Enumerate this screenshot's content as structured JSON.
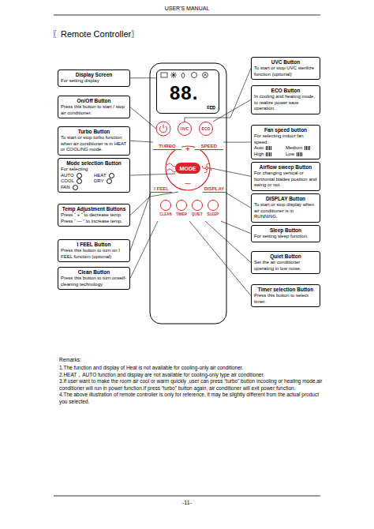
{
  "diagram": {
    "title": "〖Remote Controller〗",
    "nodes": [
      {
        "text": [
          "Display Screen",
          "For setting display"
        ]
      },
      {
        "text": [
          "On/Off Button",
          "Press this button to start / stop air conditioner."
        ]
      },
      {
        "text": [
          "Turbo Button",
          "To start or stop turbo function when air conditioner is in HEAT or COOLING mode."
        ]
      },
      {
        "text": [
          "Mode selection Button",
          "For selecting",
          "AUTO",
          "HEAT",
          "COOL",
          "DRY",
          "FAN"
        ]
      },
      {
        "text": [
          "Temp Adjustment Buttons",
          "Press “ + ” to decrease temp. Press “ — ” to increase temp."
        ]
      },
      {
        "text": [
          "I FEEL Button",
          "Press this button to turn on I FEEL function (optional)"
        ]
      },
      {
        "text": [
          "Clean Button",
          "Press this button to turn onself-cleaning technology"
        ]
      },
      {
        "text": [
          "UVC Button",
          "To start or stop UVC sterilize function (optional)"
        ]
      },
      {
        "text": [
          "ECO Button",
          "In cooling and heating mode, to realize power save operation."
        ]
      },
      {
        "text": [
          "Fan speed button",
          "For selecting indoor fan speed .",
          "Auto",
          "Medium",
          "High",
          "Low"
        ]
      },
      {
        "text": [
          "Airflow sweep Button",
          "For changing vertical or horizontal blades position and swing or not."
        ]
      },
      {
        "text": [
          "DISPLAY Button",
          "To start or stop display when air conditioner is in RUNNING."
        ]
      },
      {
        "text": [
          "Sleep Button",
          "For setting sleep function."
        ]
      },
      {
        "text": [
          "Quiet Button",
          "Set the air conditioner operating in low noise."
        ]
      },
      {
        "text": [
          "Timer selection Button",
          "Press this button to select timer."
        ]
      },
      {
        "text": [
          "88.",
          "ECO"
        ]
      },
      {
        "text": [
          "UVC"
        ]
      },
      {
        "text": [
          "ECO"
        ]
      },
      {
        "text": [
          "TURBO"
        ]
      },
      {
        "text": [
          "SPEED"
        ]
      },
      {
        "text": [
          "MODE"
        ]
      },
      {
        "text": [
          "I FEEL"
        ]
      },
      {
        "text": [
          "DISPLAY"
        ]
      },
      {
        "text": [
          "CLEAN"
        ]
      },
      {
        "text": [
          "TIMER"
        ]
      },
      {
        "text": [
          "QUIET"
        ]
      },
      {
        "text": [
          "SLEEP"
        ]
      }
    ],
    "edges": [
      {
        "from": 0,
        "to": 15,
        "arrow": "none"
      },
      {
        "from": 7,
        "to": 16,
        "arrow": "none"
      },
      {
        "from": 8,
        "to": 17,
        "arrow": "none"
      },
      {
        "from": 2,
        "to": 18,
        "arrow": "none"
      },
      {
        "from": 9,
        "to": 19,
        "arrow": "none"
      },
      {
        "from": 3,
        "to": 20,
        "arrow": "none"
      },
      {
        "from": 5,
        "to": 21,
        "arrow": "none"
      },
      {
        "from": 11,
        "to": 22,
        "arrow": "none"
      },
      {
        "from": 6,
        "to": 23,
        "arrow": "none"
      },
      {
        "from": 14,
        "to": 24,
        "arrow": "none"
      },
      {
        "from": 13,
        "to": 25,
        "arrow": "none"
      },
      {
        "from": 12,
        "to": 26,
        "arrow": "none"
      }
    ],
    "labels": [
      "USER'S MANUAL",
      "+",
      "—",
      "Remarks:",
      "1.The function and display of Heat is not available for cooling-only air conditioner.",
      "2.HEAT，AUTO function and display are not available for cooling-only type air conditioner.",
      "3.If user want to make the room air cool or warm quickly ,user can press “turbo” button incooling or heating mode,air conditioner will run in power function.If press “turbo” button again, air conditioner will exit power function.",
      "4.The above illustration of remote controller is only for reference, it may be slightly different from the actual product you selected.",
      "-11-"
    ]
  }
}
